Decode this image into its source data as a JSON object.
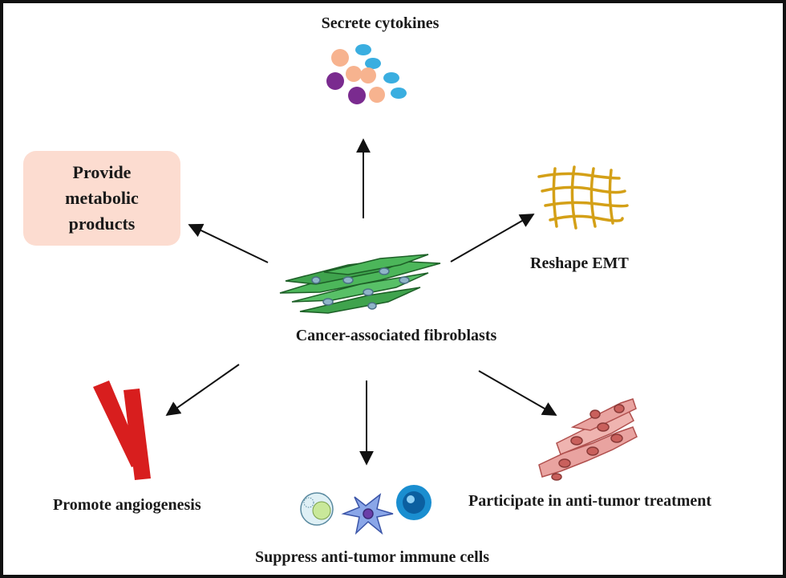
{
  "labels": {
    "secrete_cytokines": "Secrete cytokines",
    "metabolic_line1": "Provide",
    "metabolic_line2": "metabolic",
    "metabolic_line3": "products",
    "reshape_emt": "Reshape EMT",
    "center": "Cancer-associated fibroblasts",
    "angiogenesis": "Promote angiogenesis",
    "immune": "Suppress anti-tumor immune cells",
    "treatment": "Participate in anti-tumor treatment"
  },
  "colors": {
    "metabolic_box": "#fcdcd0",
    "fibroblast_green": "#3fa34d",
    "cytokine_peach": "#f7b38f",
    "cytokine_blue": "#3aaee0",
    "cytokine_purple": "#7a2b8f",
    "vessel_red": "#d81e1e",
    "mesh_gold": "#d4a017",
    "cell_pink": "#e9a3a0"
  },
  "icons": [
    "cytokine-cluster-icon",
    "fibroblast-cluster-icon",
    "mesh-icon",
    "blood-vessel-icon",
    "immune-cell-icons",
    "tumor-cell-cluster-icon"
  ]
}
